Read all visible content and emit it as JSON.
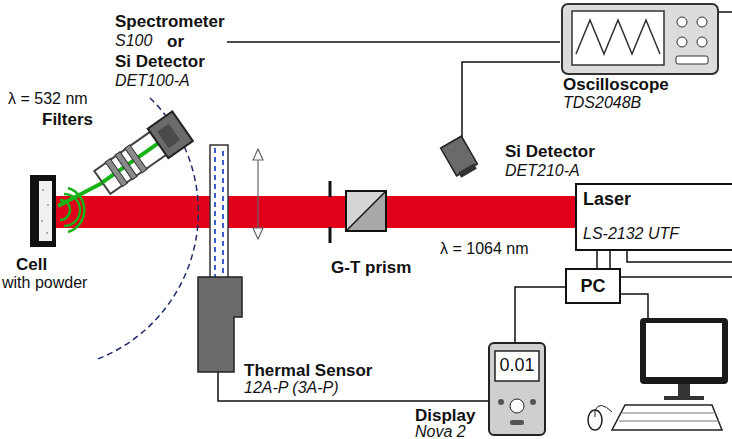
{
  "diagram": {
    "nodes": [
      {
        "text": [
          "Spectrometer",
          "S100",
          "or",
          "Si Detector",
          "DET100-A"
        ]
      },
      {
        "text": [
          "Oscilloscope",
          "TDS2048B"
        ]
      },
      {
        "text": [
          "Si Detector",
          "DET210-A"
        ]
      },
      {
        "text": [
          "Cell",
          "with powder"
        ]
      },
      {
        "text": [
          "G-T prism"
        ]
      },
      {
        "text": [
          "Laser",
          "LS-2132 UTF"
        ]
      },
      {
        "text": [
          "PC"
        ]
      },
      {
        "text": [
          "Thermal Sensor",
          "12A-P (3A-P)"
        ]
      },
      {
        "text": [
          "Display",
          "Nova 2",
          "0.01"
        ]
      }
    ],
    "edges": [
      {
        "from": 0,
        "to": 1,
        "arrow": "none"
      },
      {
        "from": 2,
        "to": 1,
        "arrow": "none"
      },
      {
        "from": 5,
        "to": 6,
        "arrow": "none"
      },
      {
        "from": 8,
        "to": 6,
        "arrow": "none"
      },
      {
        "from": 7,
        "to": 8,
        "arrow": "none"
      }
    ],
    "labels": [
      "λ = 532 nm",
      "Filters",
      "λ = 1064 nm"
    ]
  }
}
